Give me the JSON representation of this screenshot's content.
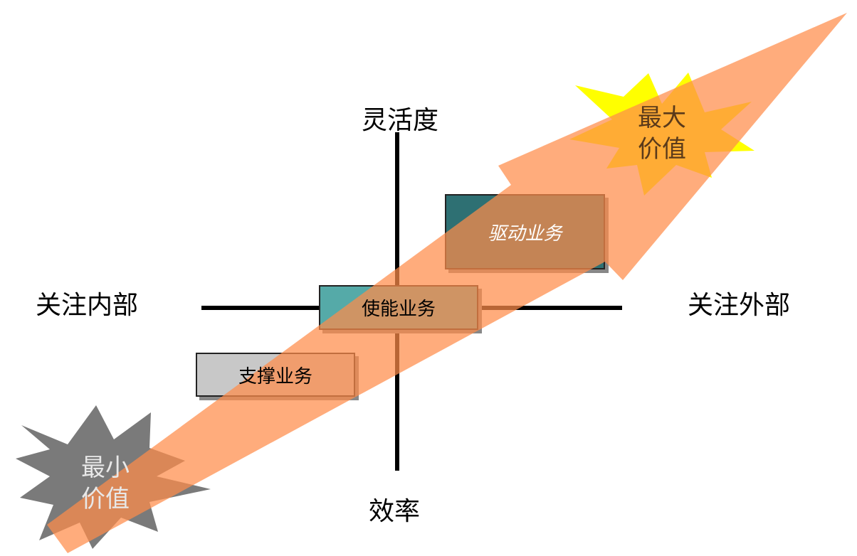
{
  "axes": {
    "top": "灵活度",
    "bottom": "效率",
    "left": "关注内部",
    "right": "关注外部"
  },
  "boxes": {
    "drive": "驱动业务",
    "enable": "使能业务",
    "support": "支撑业务"
  },
  "bursts": {
    "max": {
      "line1": "最大",
      "line2": "价值"
    },
    "min": {
      "line1": "最小",
      "line2": "价值"
    }
  },
  "colors": {
    "drive_box": "#2f6f73",
    "enable_box": "#55aaa8",
    "support_box": "#c8c8c8",
    "arrow": "#ff8c4a",
    "max_burst": "#ffff00",
    "min_burst": "#7a7a7a"
  }
}
